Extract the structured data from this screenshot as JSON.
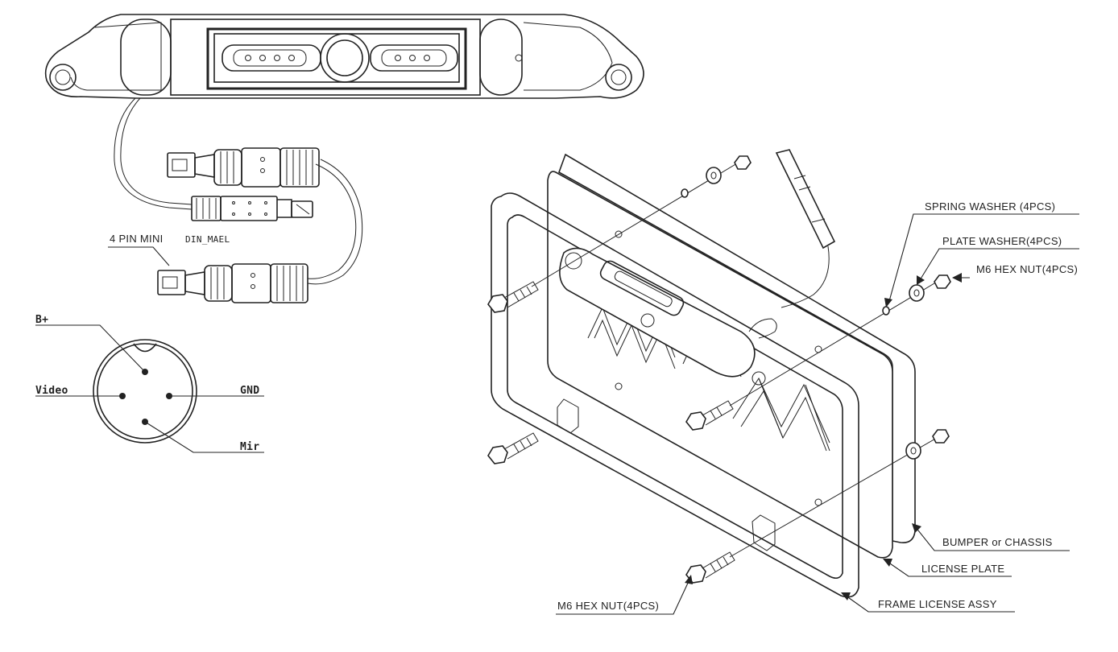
{
  "connector": {
    "label": "4 PIN MINI",
    "suffix": "DIN_MAEL"
  },
  "pinout": {
    "pins": [
      {
        "label": "B+"
      },
      {
        "label": "Video"
      },
      {
        "label": "GND"
      },
      {
        "label": "Mir"
      }
    ]
  },
  "callouts": {
    "spring_washer": "SPRING WASHER (4PCS)",
    "plate_washer": "PLATE WASHER(4PCS)",
    "hex_nut_right": "M6 HEX NUT(4PCS)",
    "bumper": "BUMPER or CHASSIS",
    "license_plate": "LICENSE PLATE",
    "frame": "FRAME LICENSE ASSY",
    "hex_nut_bottom": "M6 HEX NUT(4PCS)"
  },
  "colors": {
    "line": "#222222",
    "background": "#ffffff"
  }
}
